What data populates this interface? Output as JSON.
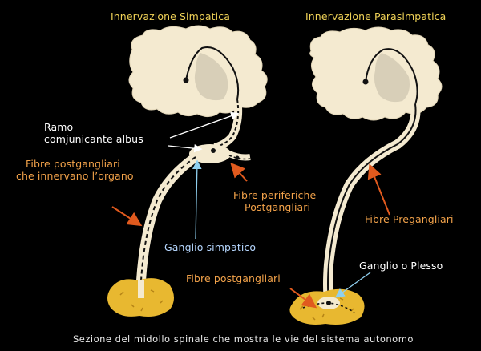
{
  "titles": {
    "sympathetic": "Innervazione Simpatica",
    "parasympathetic": "Innervazione Parasimpatica"
  },
  "labels": {
    "ramo_line1": "Ramo",
    "ramo_line2": "comjunicante albus",
    "fibre_post_organ_line1": "Fibre postgangliari",
    "fibre_post_organ_line2": "che innervano l’organo",
    "fibre_periferiche_line1": "Fibre periferiche",
    "fibre_periferiche_line2": "Postgangliari",
    "ganglio_simpatico": "Ganglio simpatico",
    "fibre_pregangliari": "Fibre Pregangliari",
    "ganglio_plesso": "Ganglio o Plesso",
    "fibre_postgangliari": "Fibre postgangliari"
  },
  "caption": "Sezione del midollo spinale che mostra le vie del sistema autonomo",
  "colors": {
    "background": "#000000",
    "title": "#f0d257",
    "white_label": "#ffffff",
    "orange_label": "#f2a24a",
    "blue_label": "#b6d7ff",
    "cord": "#f4ead0",
    "grey_matter": "#d8cfb8",
    "organ": "#e8b830",
    "orange_arrow": "#e05a1e",
    "blue_arrow": "#8fd0f0"
  }
}
